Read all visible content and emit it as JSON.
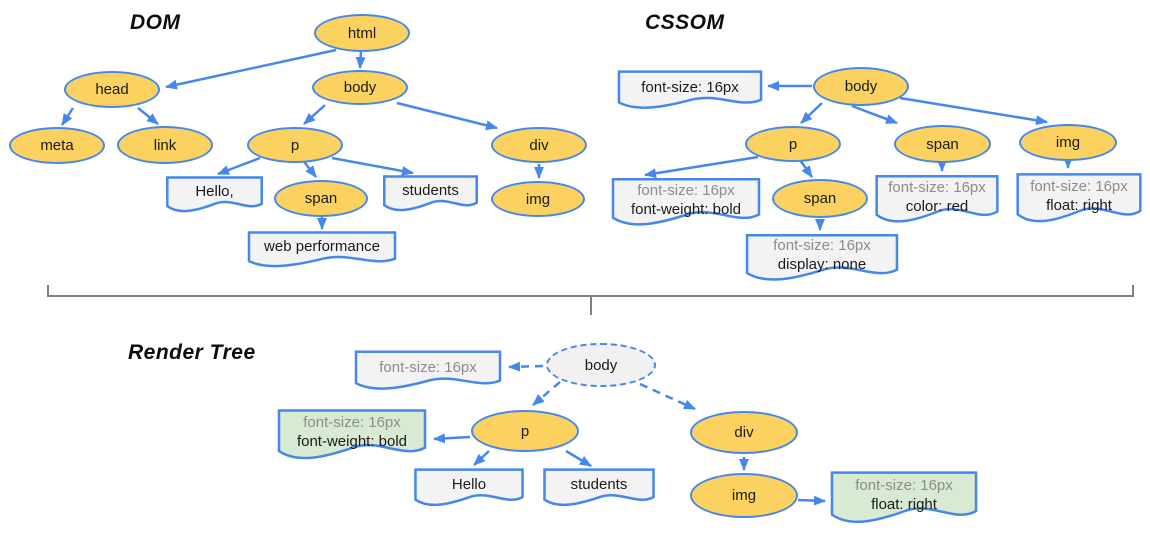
{
  "colors": {
    "node_fill": "#FBD260",
    "stroke_blue": "#4687EC",
    "box_fill": "#F3F3F3",
    "green_fill": "#D9EAD3",
    "render_body_fill": "#F1F1F1",
    "muted_text": "#8C8C8C",
    "bracket_gray": "#808080"
  },
  "dom": {
    "title": "DOM",
    "nodes": {
      "html": "html",
      "head": "head",
      "body": "body",
      "meta": "meta",
      "link": "link",
      "p": "p",
      "span": "span",
      "div": "div",
      "img": "img"
    },
    "text_nodes": {
      "hello": "Hello,",
      "students": "students",
      "web_performance": "web performance"
    }
  },
  "cssom": {
    "title": "CSSOM",
    "nodes": {
      "body": "body",
      "p": "p",
      "span_under_body": "span",
      "span_under_p": "span",
      "img": "img"
    },
    "rules": {
      "body": [
        "font-size: 16px"
      ],
      "p": [
        "font-size: 16px",
        "font-weight: bold"
      ],
      "span_under_p": [
        "font-size: 16px",
        "display: none"
      ],
      "span_under_body": [
        "font-size: 16px",
        "color: red"
      ],
      "img": [
        "font-size: 16px",
        "float: right"
      ]
    }
  },
  "render_tree": {
    "title": "Render Tree",
    "nodes": {
      "body": "body",
      "p": "p",
      "div": "div",
      "img": "img"
    },
    "text_nodes": {
      "hello": "Hello",
      "students": "students"
    },
    "rules": {
      "body": [
        "font-size: 16px"
      ],
      "p": [
        "font-size: 16px",
        "font-weight: bold"
      ],
      "img": [
        "font-size: 16px",
        "float: right"
      ]
    }
  }
}
